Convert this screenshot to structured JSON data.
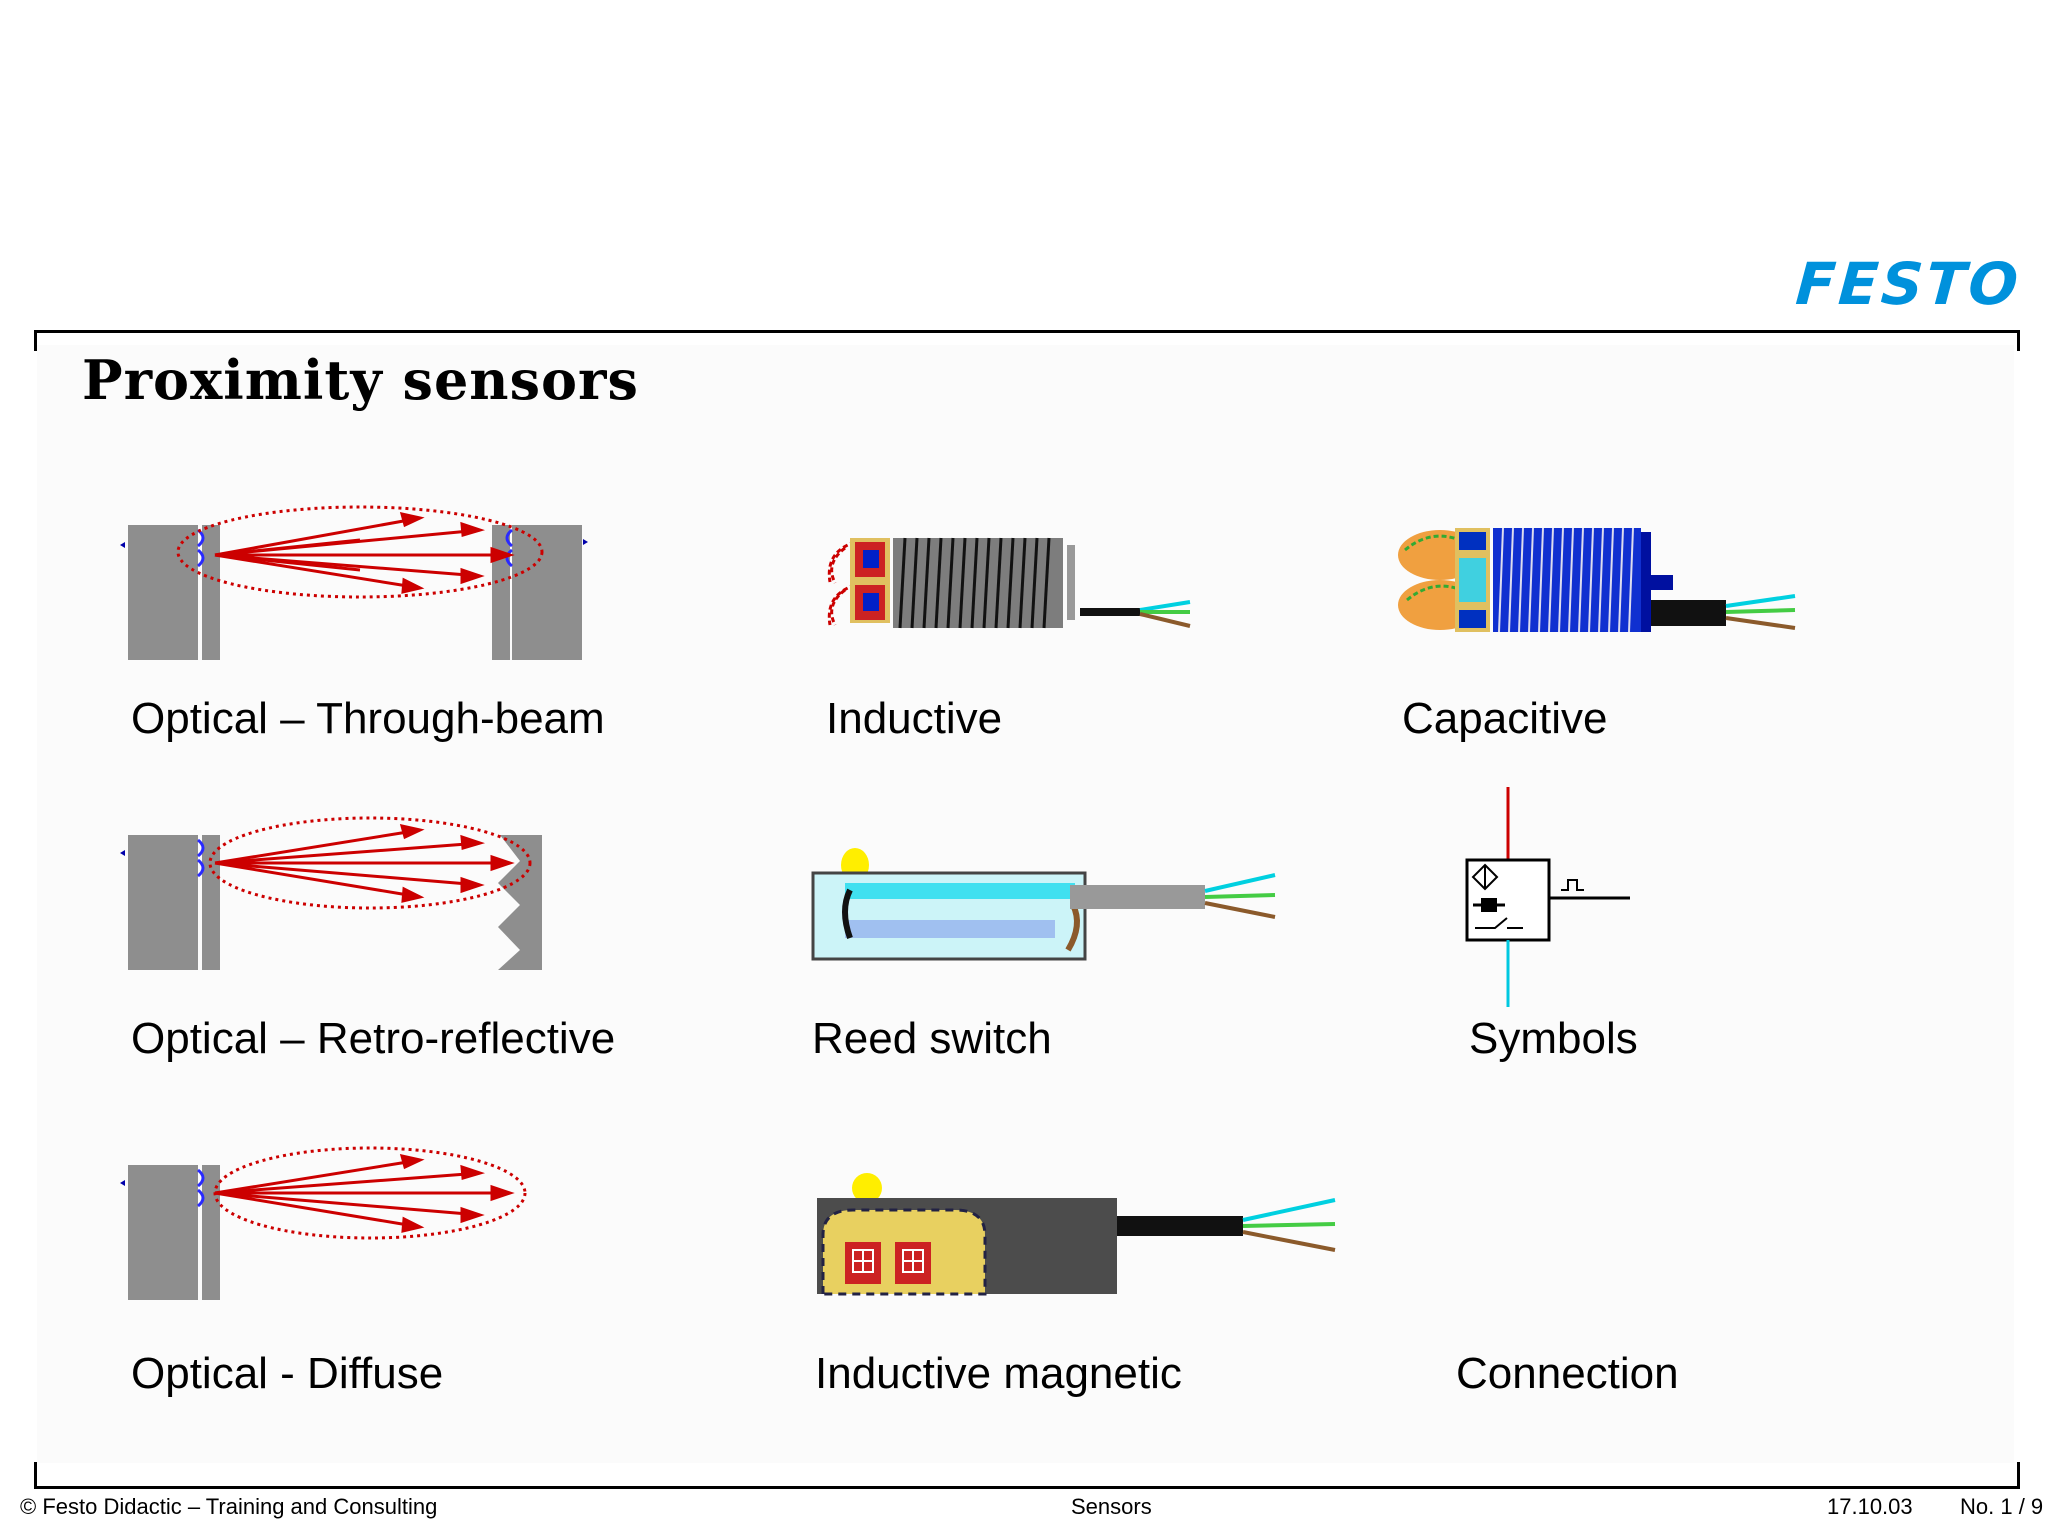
{
  "brand": {
    "logo_text": "FESTO",
    "color": "#0091dc"
  },
  "slide": {
    "title": "Proximity sensors"
  },
  "sensors": [
    {
      "label": "Optical – Through-beam",
      "icon": "through-beam-sensor"
    },
    {
      "label": "Inductive",
      "icon": "inductive-sensor"
    },
    {
      "label": "Capacitive",
      "icon": "capacitive-sensor"
    },
    {
      "label": "Optical – Retro-reflective",
      "icon": "retro-reflective-sensor"
    },
    {
      "label": "Reed switch",
      "icon": "reed-switch-sensor"
    },
    {
      "label": "Symbols",
      "icon": "sensor-symbol"
    },
    {
      "label": "Optical - Diffuse",
      "icon": "diffuse-sensor"
    },
    {
      "label": "Inductive magnetic",
      "icon": "inductive-magnetic-sensor"
    },
    {
      "label": "Connection",
      "icon": ""
    }
  ],
  "footer": {
    "copyright": "© Festo Didactic – Training and Consulting",
    "topic": "Sensors",
    "date": "17.10.03",
    "page": "No. 1 / 9"
  }
}
